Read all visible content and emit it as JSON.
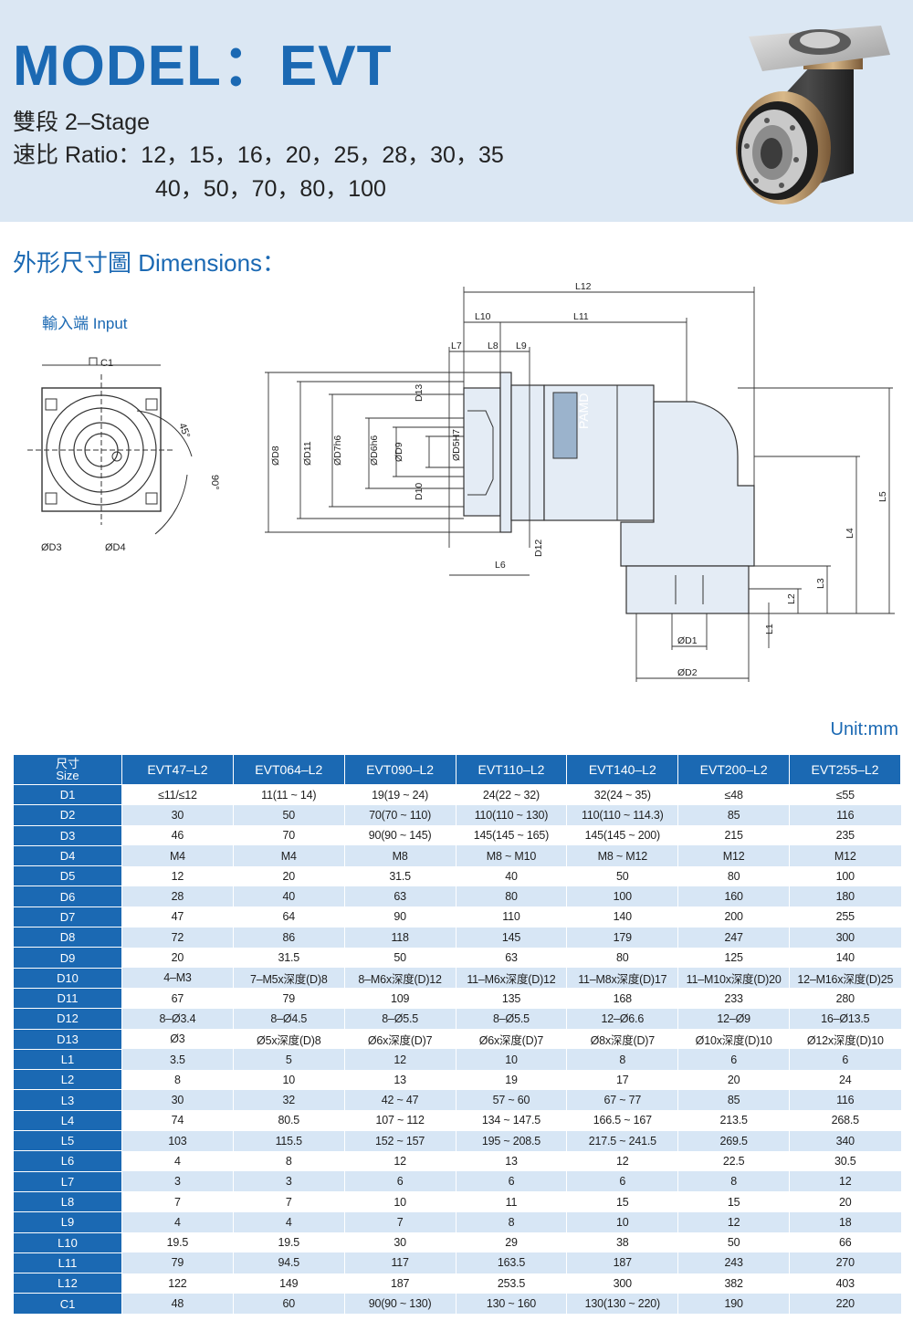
{
  "header": {
    "title": "MODEL：EVT",
    "stage": "雙段 2–Stage",
    "ratio_line1": "速比 Ratio：12，15，16，20，25，28，30，35",
    "ratio_line2": "40，50，70，80，100"
  },
  "dimensions_title": "外形尺寸圖 Dimensions：",
  "drawing": {
    "input_label": "輸入端 Input",
    "labels": {
      "c1": "C1",
      "d3": "ØD3",
      "d4": "ØD4",
      "angle45": "45°",
      "angle90": "90°",
      "d8": "ØD8",
      "d11": "ØD11",
      "d7": "ØD7h6",
      "d6": "ØD6h6",
      "d9": "ØD9",
      "d13": "D13",
      "d10": "D10",
      "d5": "ØD5H7",
      "d12": "D12",
      "l1": "L1",
      "l2": "L2",
      "l3": "L3",
      "l4": "L4",
      "l5": "L5",
      "l6": "L6",
      "l7": "L7",
      "l8": "L8",
      "l9": "L9",
      "l10": "L10",
      "l11": "L11",
      "l12": "L12",
      "d1": "ØD1",
      "d2": "ØD2",
      "brand": "PAMD"
    }
  },
  "unit": "Unit:mm",
  "table": {
    "corner_top": "尺寸",
    "corner_bottom": "Size",
    "columns": [
      "EVT47–L2",
      "EVT064–L2",
      "EVT090–L2",
      "EVT110–L2",
      "EVT140–L2",
      "EVT200–L2",
      "EVT255–L2"
    ],
    "rows": [
      {
        "label": "D1",
        "values": [
          "≤11/≤12",
          "11(11 ~ 14)",
          "19(19 ~ 24)",
          "24(22 ~ 32)",
          "32(24 ~ 35)",
          "≤48",
          "≤55"
        ]
      },
      {
        "label": "D2",
        "values": [
          "30",
          "50",
          "70(70 ~ 110)",
          "110(110 ~ 130)",
          "110(110 ~ 114.3)",
          "85",
          "116"
        ]
      },
      {
        "label": "D3",
        "values": [
          "46",
          "70",
          "90(90 ~ 145)",
          "145(145 ~ 165)",
          "145(145 ~ 200)",
          "215",
          "235"
        ]
      },
      {
        "label": "D4",
        "values": [
          "M4",
          "M4",
          "M8",
          "M8 ~ M10",
          "M8 ~ M12",
          "M12",
          "M12"
        ]
      },
      {
        "label": "D5",
        "values": [
          "12",
          "20",
          "31.5",
          "40",
          "50",
          "80",
          "100"
        ]
      },
      {
        "label": "D6",
        "values": [
          "28",
          "40",
          "63",
          "80",
          "100",
          "160",
          "180"
        ]
      },
      {
        "label": "D7",
        "values": [
          "47",
          "64",
          "90",
          "110",
          "140",
          "200",
          "255"
        ]
      },
      {
        "label": "D8",
        "values": [
          "72",
          "86",
          "118",
          "145",
          "179",
          "247",
          "300"
        ]
      },
      {
        "label": "D9",
        "values": [
          "20",
          "31.5",
          "50",
          "63",
          "80",
          "125",
          "140"
        ]
      },
      {
        "label": "D10",
        "values": [
          "4–M3",
          "7–M5x深度(D)8",
          "8–M6x深度(D)12",
          "11–M6x深度(D)12",
          "11–M8x深度(D)17",
          "11–M10x深度(D)20",
          "12–M16x深度(D)25"
        ]
      },
      {
        "label": "D11",
        "values": [
          "67",
          "79",
          "109",
          "135",
          "168",
          "233",
          "280"
        ]
      },
      {
        "label": "D12",
        "values": [
          "8–Ø3.4",
          "8–Ø4.5",
          "8–Ø5.5",
          "8–Ø5.5",
          "12–Ø6.6",
          "12–Ø9",
          "16–Ø13.5"
        ]
      },
      {
        "label": "D13",
        "values": [
          "Ø3",
          "Ø5x深度(D)8",
          "Ø6x深度(D)7",
          "Ø6x深度(D)7",
          "Ø8x深度(D)7",
          "Ø10x深度(D)10",
          "Ø12x深度(D)10"
        ]
      },
      {
        "label": "L1",
        "values": [
          "3.5",
          "5",
          "12",
          "10",
          "8",
          "6",
          "6"
        ]
      },
      {
        "label": "L2",
        "values": [
          "8",
          "10",
          "13",
          "19",
          "17",
          "20",
          "24"
        ]
      },
      {
        "label": "L3",
        "values": [
          "30",
          "32",
          "42 ~ 47",
          "57 ~ 60",
          "67 ~ 77",
          "85",
          "116"
        ]
      },
      {
        "label": "L4",
        "values": [
          "74",
          "80.5",
          "107 ~ 112",
          "134 ~ 147.5",
          "166.5 ~ 167",
          "213.5",
          "268.5"
        ]
      },
      {
        "label": "L5",
        "values": [
          "103",
          "115.5",
          "152 ~ 157",
          "195 ~ 208.5",
          "217.5 ~ 241.5",
          "269.5",
          "340"
        ]
      },
      {
        "label": "L6",
        "values": [
          "4",
          "8",
          "12",
          "13",
          "12",
          "22.5",
          "30.5"
        ]
      },
      {
        "label": "L7",
        "values": [
          "3",
          "3",
          "6",
          "6",
          "6",
          "8",
          "12"
        ]
      },
      {
        "label": "L8",
        "values": [
          "7",
          "7",
          "10",
          "11",
          "15",
          "15",
          "20"
        ]
      },
      {
        "label": "L9",
        "values": [
          "4",
          "4",
          "7",
          "8",
          "10",
          "12",
          "18"
        ]
      },
      {
        "label": "L10",
        "values": [
          "19.5",
          "19.5",
          "30",
          "29",
          "38",
          "50",
          "66"
        ]
      },
      {
        "label": "L11",
        "values": [
          "79",
          "94.5",
          "117",
          "163.5",
          "187",
          "243",
          "270"
        ]
      },
      {
        "label": "L12",
        "values": [
          "122",
          "149",
          "187",
          "253.5",
          "300",
          "382",
          "403"
        ]
      },
      {
        "label": "C1",
        "values": [
          "48",
          "60",
          "90(90 ~ 130)",
          "130 ~ 160",
          "130(130 ~ 220)",
          "190",
          "220"
        ]
      }
    ]
  }
}
